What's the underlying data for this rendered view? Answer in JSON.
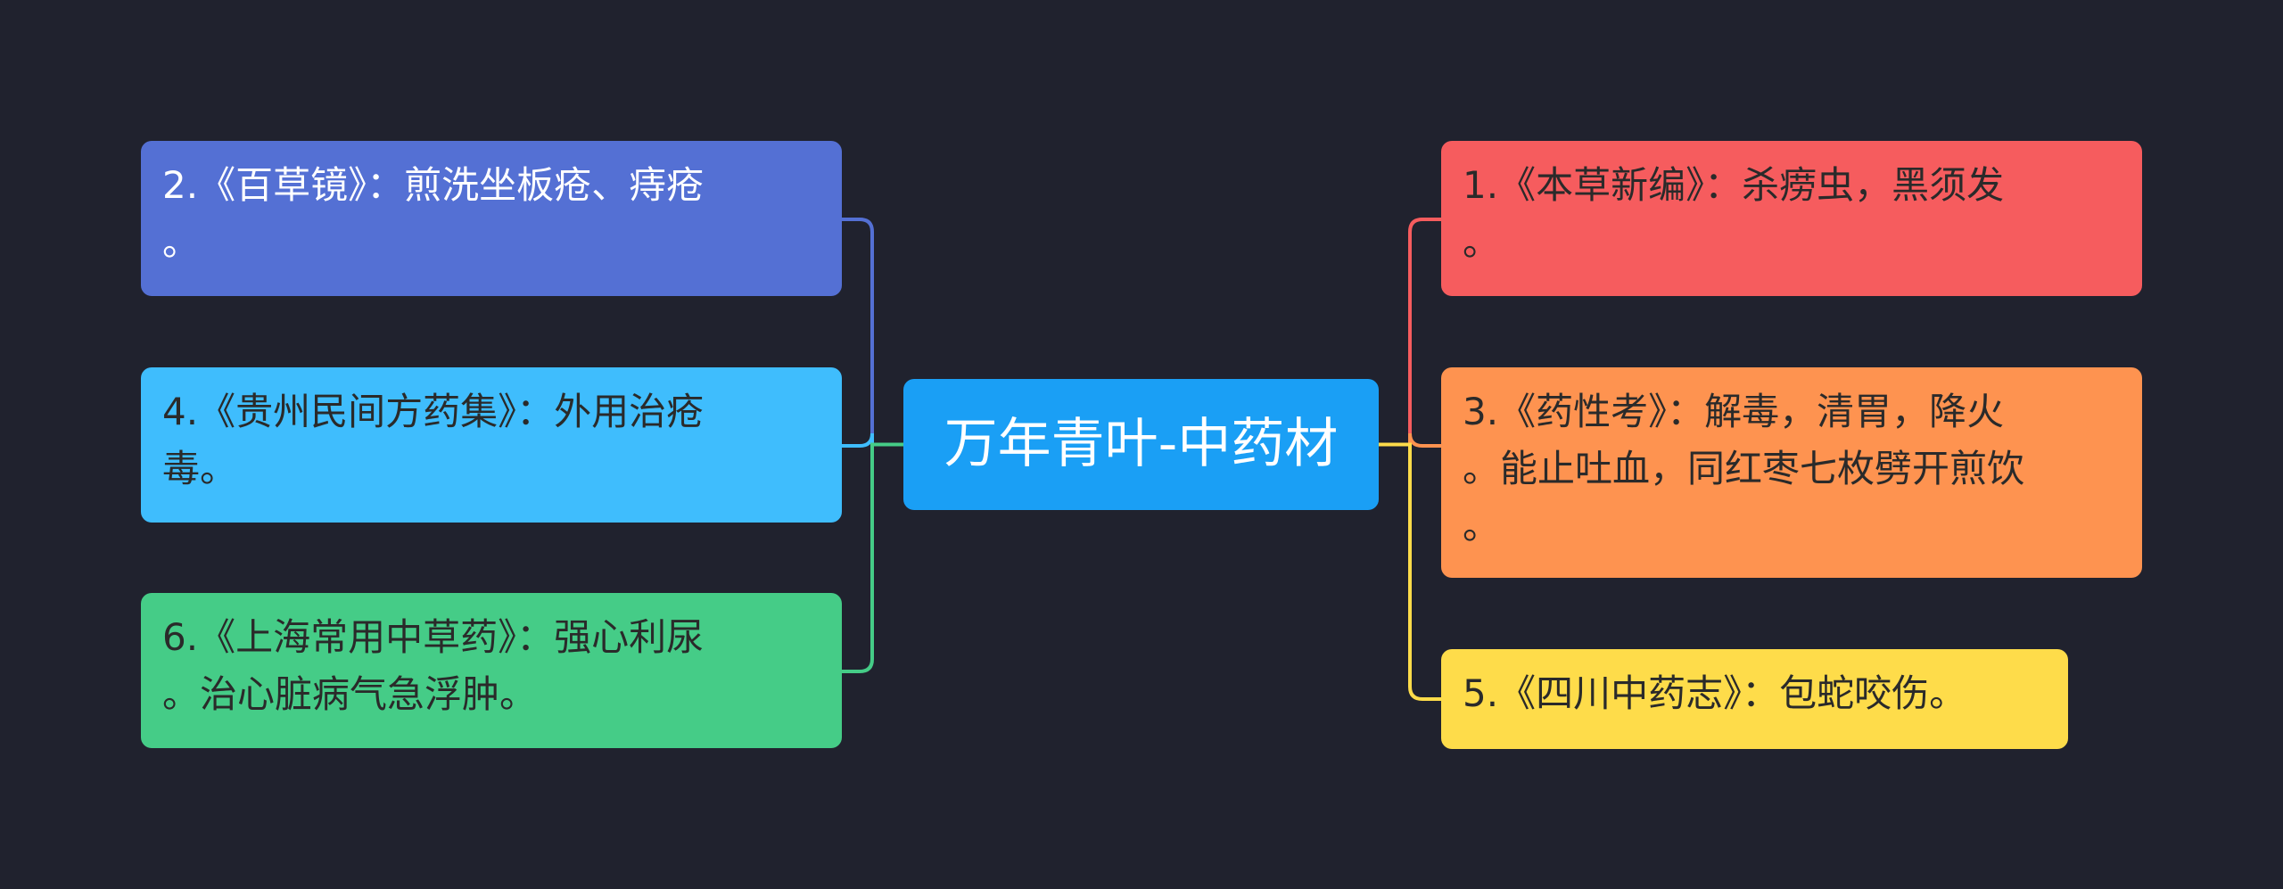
{
  "mindmap": {
    "root": {
      "label": "万年青叶-中药材",
      "color": "#1a9ff5"
    },
    "left": [
      {
        "id": "n2",
        "lines": [
          "2.《百草镜》：煎洗坐板疮、痔疮",
          "。"
        ],
        "color": "#5470d4",
        "text_color": "#ffffff",
        "link_color": "#5470d4"
      },
      {
        "id": "n4",
        "lines": [
          "4.《贵州民间方药集》：外用治疮",
          "毒。"
        ],
        "color": "#3fbdfd",
        "text_color": "#2a2a2a",
        "link_color": "#3fbdfd"
      },
      {
        "id": "n6",
        "lines": [
          "6.《上海常用中草药》：强心利尿",
          "。治心脏病气急浮肿。"
        ],
        "color": "#45cc87",
        "text_color": "#2a2a2a",
        "link_color": "#45cc87"
      }
    ],
    "right": [
      {
        "id": "n1",
        "lines": [
          "1.《本草新编》：杀痨虫，黑须发",
          "。"
        ],
        "color": "#f65c5e",
        "text_color": "#2a2a2a",
        "link_color": "#f65c5e"
      },
      {
        "id": "n3",
        "lines": [
          "3.《药性考》：解毒，清胃，降火",
          "。能止吐血，同红枣七枚劈开煎饮",
          "。"
        ],
        "color": "#fe9350",
        "text_color": "#2a2a2a",
        "link_color": "#fe9350"
      },
      {
        "id": "n5",
        "lines": [
          "5.《四川中药志》：包蛇咬伤。"
        ],
        "color": "#fedc4a",
        "text_color": "#2a2a2a",
        "link_color": "#fedc4a"
      }
    ]
  }
}
